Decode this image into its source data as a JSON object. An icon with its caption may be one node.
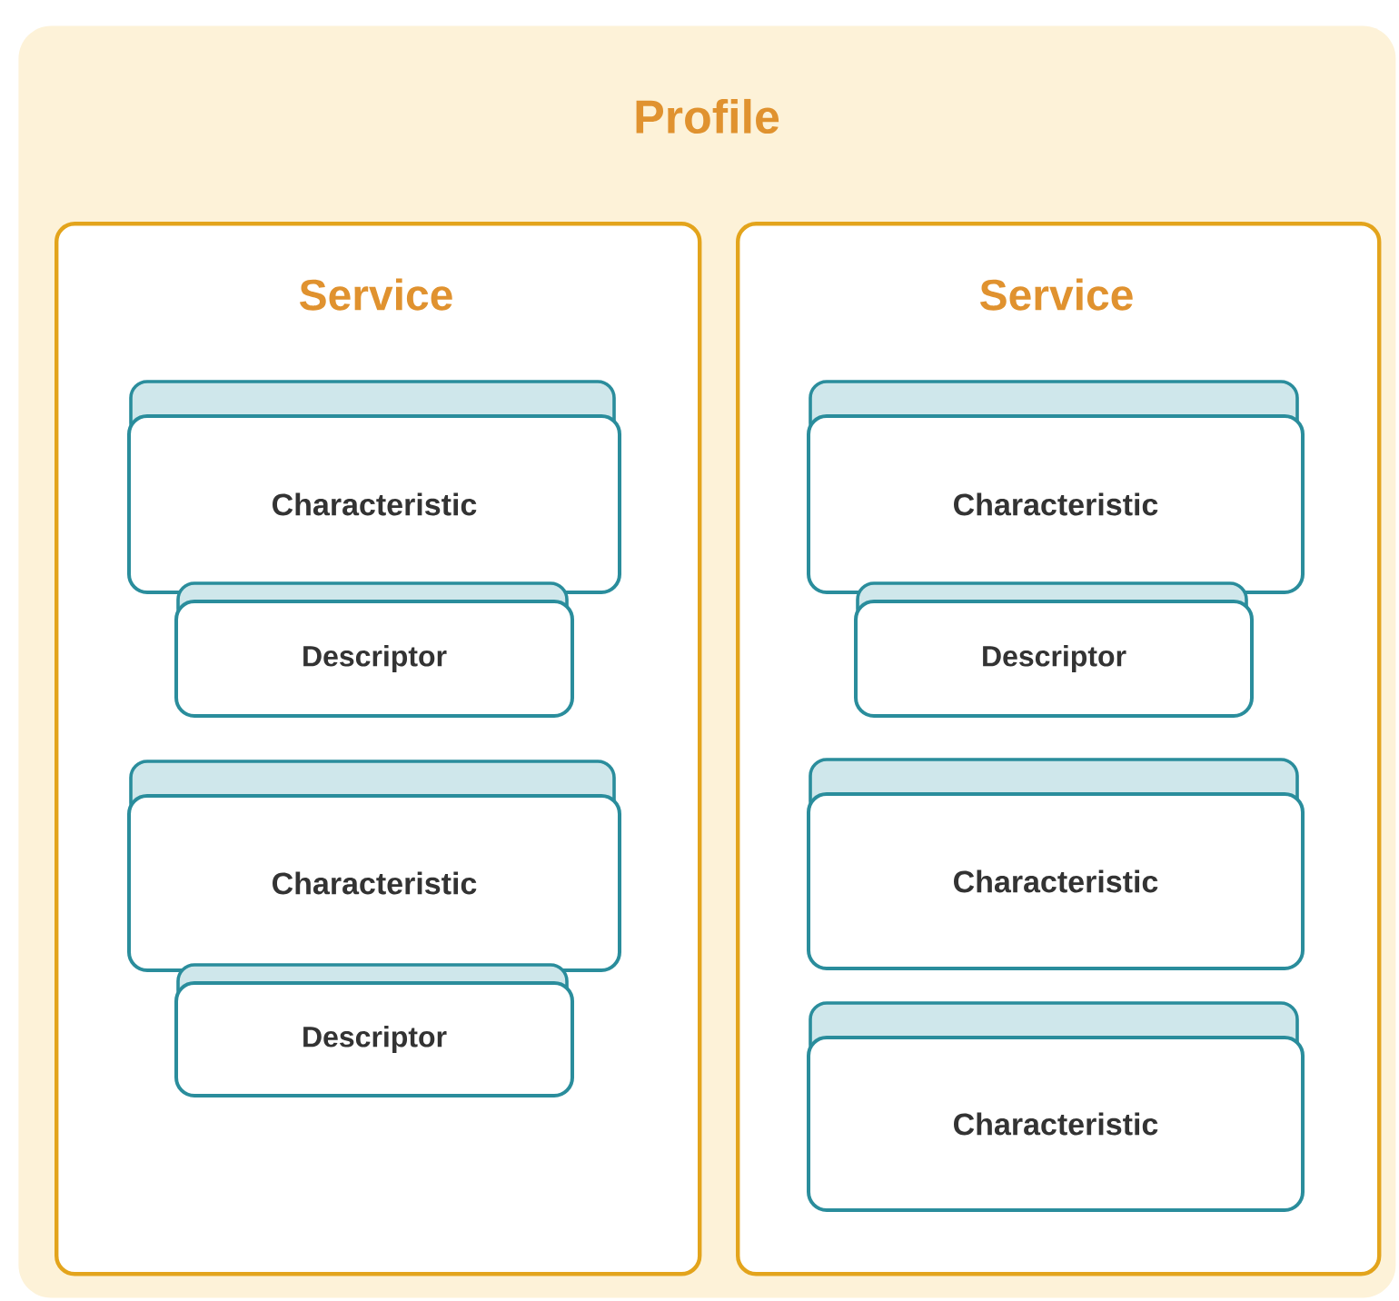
{
  "diagram": {
    "nodes": [
      {
        "text": [
          "Profile"
        ]
      },
      {
        "text": [
          "Service"
        ],
        "in": 0
      },
      {
        "text": [
          "Characteristic"
        ],
        "in": 1
      },
      {
        "text": [
          "Descriptor"
        ],
        "in": 1
      },
      {
        "text": [
          "Characteristic"
        ],
        "in": 1
      },
      {
        "text": [
          "Descriptor"
        ],
        "in": 1
      },
      {
        "text": [
          "Service"
        ],
        "in": 0
      },
      {
        "text": [
          "Characteristic"
        ],
        "in": 6
      },
      {
        "text": [
          "Descriptor"
        ],
        "in": 6
      },
      {
        "text": [
          "Characteristic"
        ],
        "in": 6
      },
      {
        "text": [
          "Characteristic"
        ],
        "in": 6
      }
    ]
  }
}
